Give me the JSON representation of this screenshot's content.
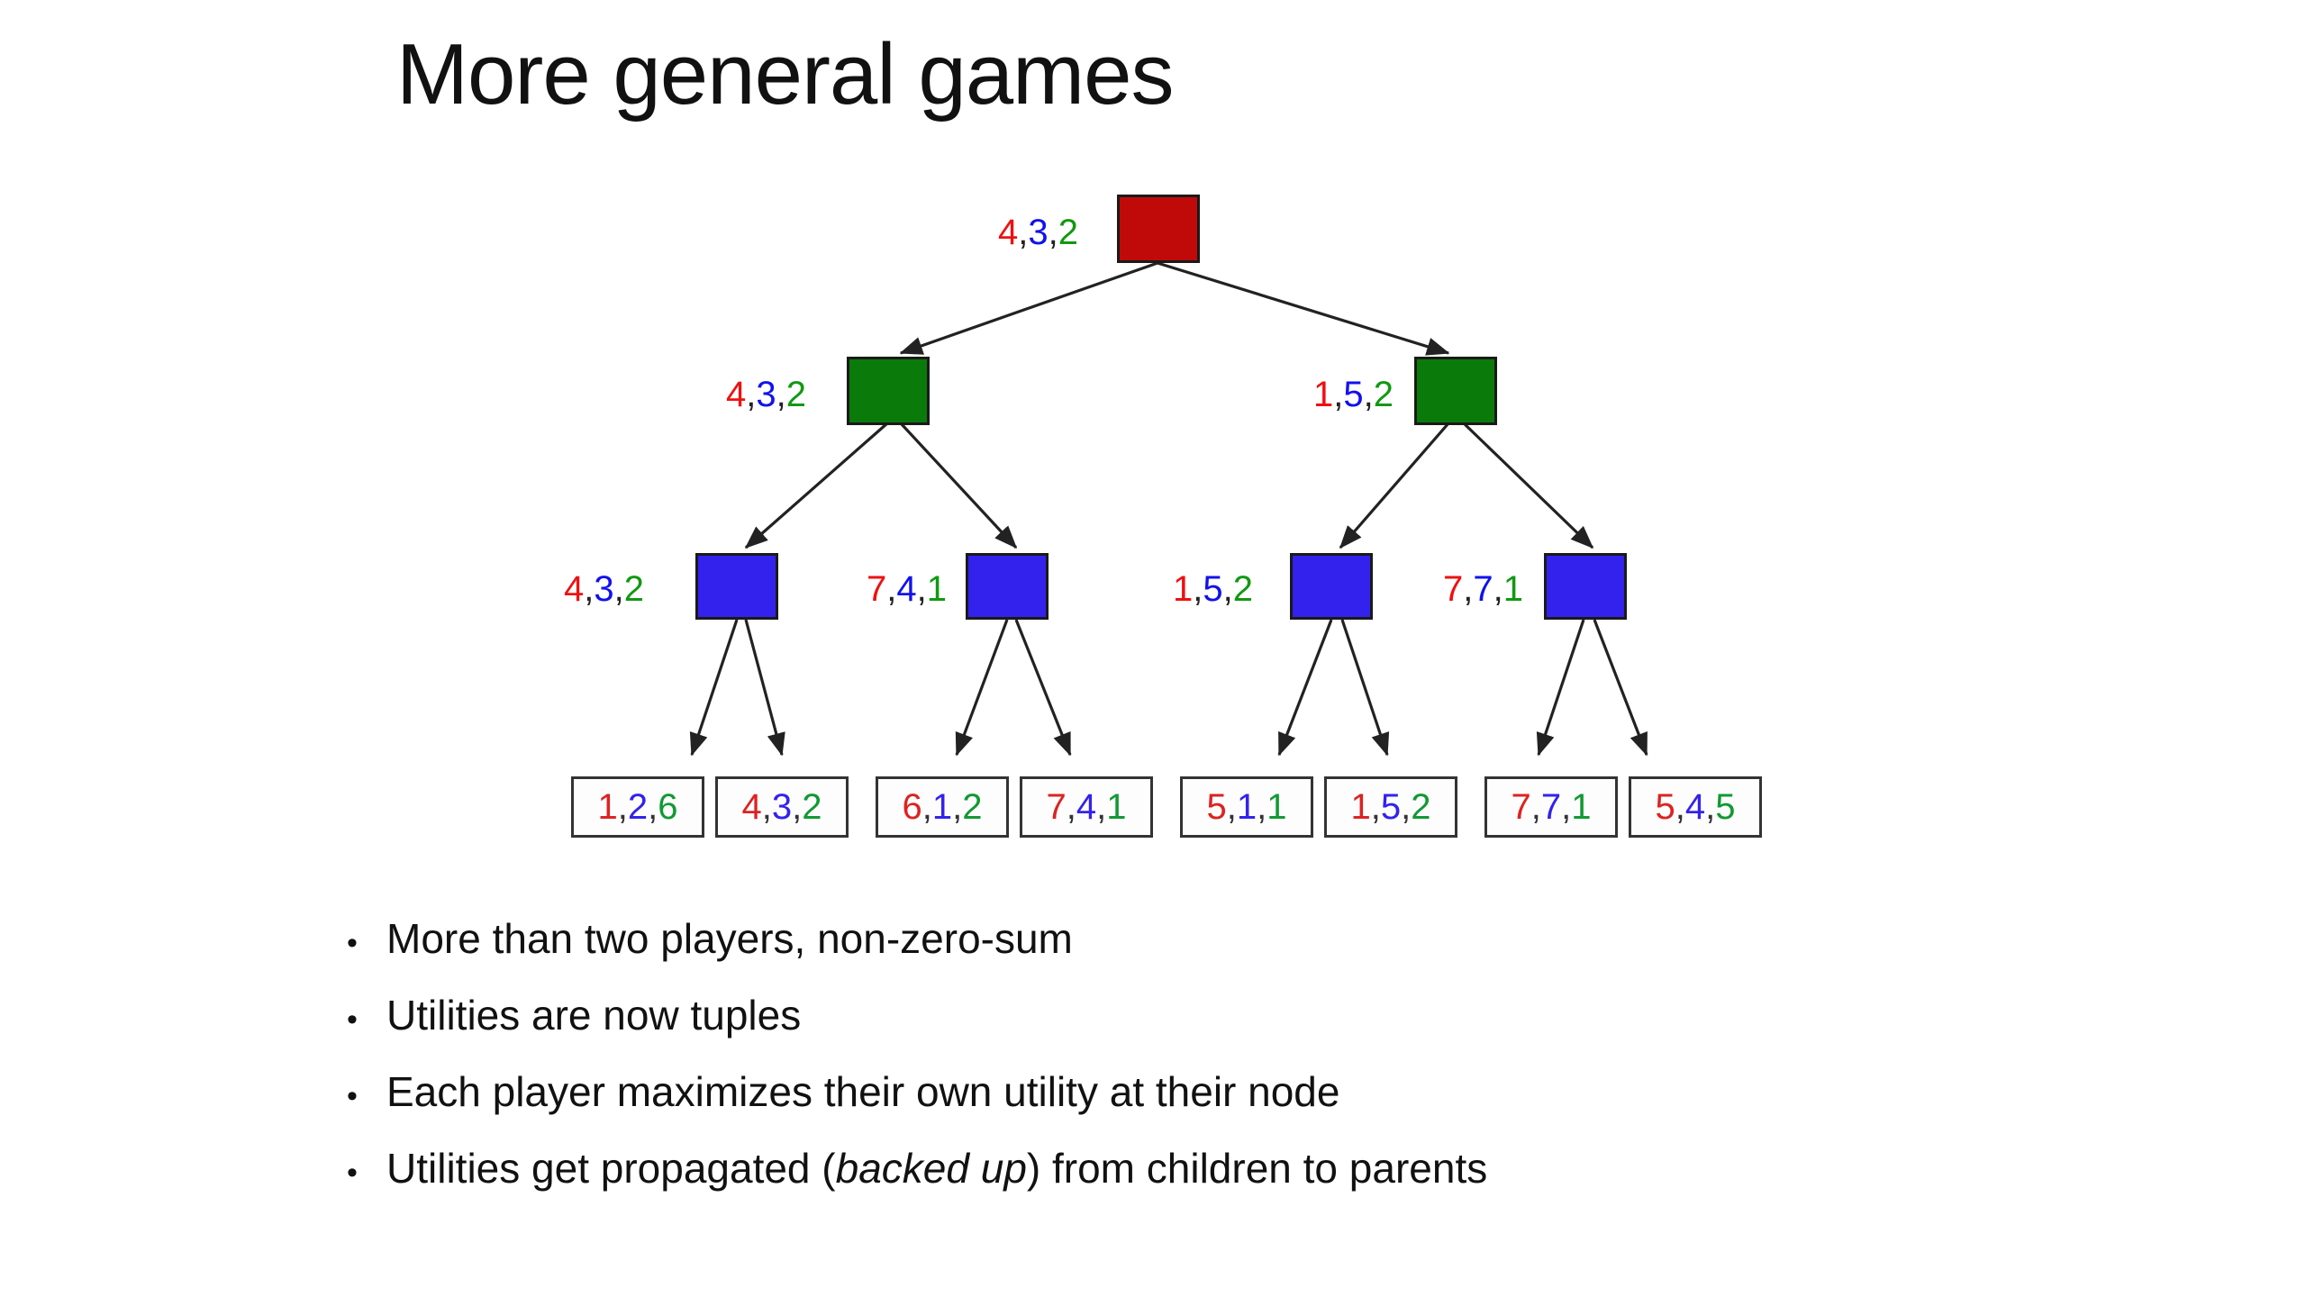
{
  "slide": {
    "title": "More general games"
  },
  "colors": {
    "player1": "#EE1111",
    "player2": "#1111EE",
    "player3": "#119911",
    "root_node": "#C00A0A",
    "green_node": "#0A7A0A",
    "blue_node": "#3322EE",
    "leaf_border": "#333333",
    "edge": "#222222",
    "text": "#111111"
  },
  "tree": {
    "levels": [
      {
        "player": "player1",
        "node_color": "root_node",
        "nodes": [
          {
            "id": "root",
            "label": "4,3,2",
            "values": [
              4,
              3,
              2
            ]
          }
        ]
      },
      {
        "player": "player2",
        "node_color": "green_node",
        "nodes": [
          {
            "id": "g1",
            "label": "4,3,2",
            "values": [
              4,
              3,
              2
            ]
          },
          {
            "id": "g2",
            "label": "1,5,2",
            "values": [
              1,
              5,
              2
            ]
          }
        ]
      },
      {
        "player": "player3",
        "node_color": "blue_node",
        "nodes": [
          {
            "id": "b1",
            "label": "4,3,2",
            "values": [
              4,
              3,
              2
            ]
          },
          {
            "id": "b2",
            "label": "7,4,1",
            "values": [
              7,
              4,
              1
            ]
          },
          {
            "id": "b3",
            "label": "1,5,2",
            "values": [
              1,
              5,
              2
            ]
          },
          {
            "id": "b4",
            "label": "7,7,1",
            "values": [
              7,
              7,
              1
            ]
          }
        ]
      }
    ],
    "leaves": [
      {
        "id": "l1",
        "label": "1,2,6",
        "values": [
          1,
          2,
          6
        ]
      },
      {
        "id": "l2",
        "label": "4,3,2",
        "values": [
          4,
          3,
          2
        ]
      },
      {
        "id": "l3",
        "label": "6,1,2",
        "values": [
          6,
          1,
          2
        ]
      },
      {
        "id": "l4",
        "label": "7,4,1",
        "values": [
          7,
          4,
          1
        ]
      },
      {
        "id": "l5",
        "label": "5,1,1",
        "values": [
          5,
          1,
          1
        ]
      },
      {
        "id": "l6",
        "label": "1,5,2",
        "values": [
          1,
          5,
          2
        ]
      },
      {
        "id": "l7",
        "label": "7,7,1",
        "values": [
          7,
          7,
          1
        ]
      },
      {
        "id": "l8",
        "label": "5,4,5",
        "values": [
          5,
          4,
          5
        ]
      }
    ]
  },
  "bullets": [
    {
      "mark": "•",
      "text": "More than two players, non-zero-sum"
    },
    {
      "mark": "•",
      "text": "Utilities are now tuples"
    },
    {
      "mark": "•",
      "text": "Each player maximizes their own utility at their node"
    },
    {
      "mark": "•",
      "pre": "Utilities get propagated (",
      "em": "backed up",
      "post": ") from children to parents"
    }
  ]
}
